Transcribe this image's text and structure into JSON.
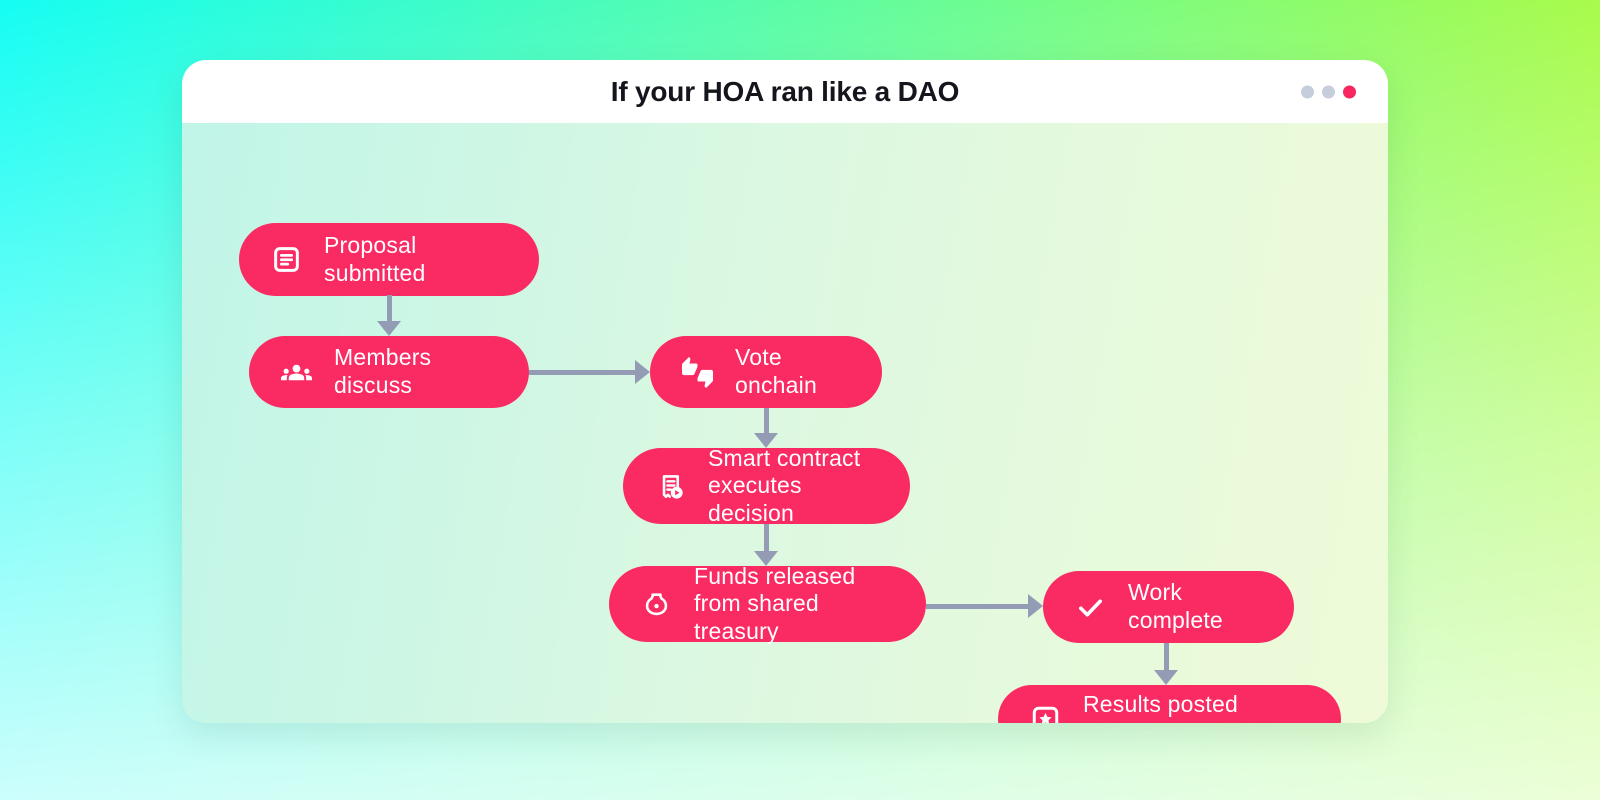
{
  "window": {
    "title": "If your HOA ran like a DAO",
    "control_dots": [
      {
        "name": "dot-1",
        "color": "#C6CEDC"
      },
      {
        "name": "dot-2",
        "color": "#C6CEDC"
      },
      {
        "name": "dot-3",
        "color": "#F8275F"
      }
    ]
  },
  "flowchart": {
    "nodes": [
      {
        "id": "proposal",
        "label": "Proposal submitted",
        "icon": "document-icon"
      },
      {
        "id": "discuss",
        "label": "Members discuss",
        "icon": "members-icon"
      },
      {
        "id": "vote",
        "label": "Vote onchain",
        "icon": "thumbs-up-down-icon"
      },
      {
        "id": "contract",
        "label": "Smart contract\nexecutes decision",
        "icon": "smart-contract-icon"
      },
      {
        "id": "funds",
        "label": "Funds released\nfrom shared treasury",
        "icon": "money-bag-icon"
      },
      {
        "id": "work",
        "label": "Work complete",
        "icon": "checkmark-icon"
      },
      {
        "id": "results",
        "label": "Results posted publicly",
        "icon": "star-badge-icon"
      }
    ],
    "edges": [
      {
        "from": "proposal",
        "to": "discuss"
      },
      {
        "from": "discuss",
        "to": "vote"
      },
      {
        "from": "vote",
        "to": "contract"
      },
      {
        "from": "contract",
        "to": "funds"
      },
      {
        "from": "funds",
        "to": "work"
      },
      {
        "from": "work",
        "to": "results"
      }
    ]
  },
  "colors": {
    "node_bg": "#FA2A63",
    "node_text": "#FFFFFF",
    "arrow": "#949CB5",
    "title_text": "#15151D",
    "titlebar_bg": "#FFFFFF",
    "outer_gradient_left": "#15FDF3",
    "outer_gradient_right": "#A9FB4B",
    "card_gradient_left": "#C0F5E8",
    "card_gradient_right": "#EFFBD8"
  }
}
